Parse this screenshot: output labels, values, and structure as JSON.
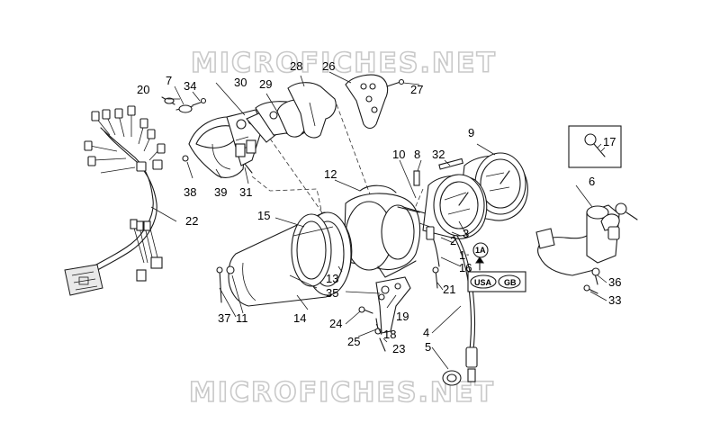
{
  "watermark": {
    "top": "MICROFICHES.NET",
    "bottom": "MICROFICHES.NET"
  },
  "callouts": {
    "n1": "1",
    "n1A": "1A",
    "n2": "2",
    "n3": "3",
    "n4": "4",
    "n5": "5",
    "n6": "6",
    "n7": "7",
    "n8": "8",
    "n9": "9",
    "n10": "10",
    "n11": "11",
    "n12": "12",
    "n13": "13",
    "n14": "14",
    "n15": "15",
    "n16": "16",
    "n17": "17",
    "n18": "18",
    "n19": "19",
    "n20": "20",
    "n21": "21",
    "n22": "22",
    "n23": "23",
    "n24": "24",
    "n25": "25",
    "n26": "26",
    "n27": "27",
    "n28": "28",
    "n29": "29",
    "n30": "30",
    "n31": "31",
    "n32": "32",
    "n33": "33",
    "n34": "34",
    "n35": "35",
    "n36": "36",
    "n37": "37",
    "n38": "38",
    "n39": "39"
  },
  "version_badges": {
    "usa": "USA",
    "gb": "GB"
  },
  "icons": [
    "arrow-up-icon",
    "ignition-key-icon",
    "speedometer-icon",
    "tachometer-icon",
    "wiring-harness-icon"
  ]
}
